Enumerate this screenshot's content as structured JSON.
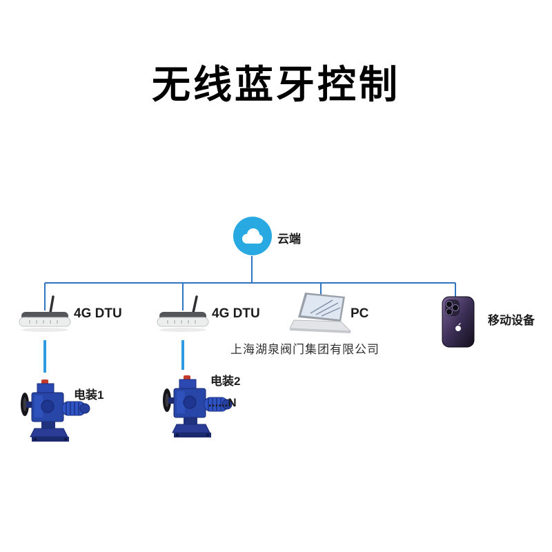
{
  "title": "无线蓝牙控制",
  "watermark": "上海湖泉阀门集团有限公司",
  "nodes": {
    "cloud": {
      "label": "云端"
    },
    "dtu1": {
      "label": "4G DTU"
    },
    "dtu2": {
      "label": "4G DTU"
    },
    "pc": {
      "label": "PC"
    },
    "mobile": {
      "label": "移动设备"
    },
    "actuator1": {
      "label": "电装1"
    },
    "actuator2": {
      "label": "电装2",
      "more": "......N"
    }
  },
  "icons": {
    "cloud": "cloud-icon",
    "dtu": "router-icon",
    "pc": "laptop-icon",
    "mobile": "smartphone-icon",
    "actuator": "valve-actuator-icon"
  },
  "colors": {
    "tree_line": "#2e74c0",
    "link_line": "#2f9ae0",
    "cloud_fill": "#29a9e1",
    "actuator_blue": "#2746a8",
    "title_color": "#000000"
  }
}
